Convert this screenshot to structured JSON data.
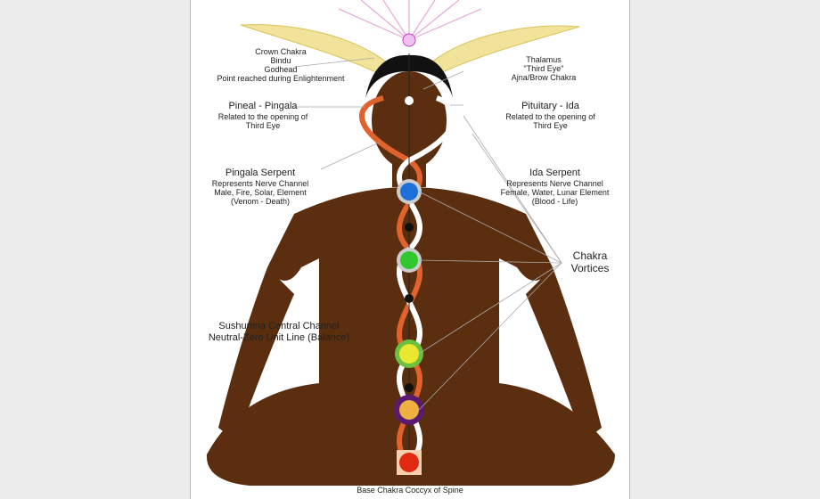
{
  "labels": {
    "crown": [
      "Crown Chakra",
      "Bindu",
      "Godhead",
      "Point reached during Enlightenment"
    ],
    "thalamus": [
      "Thalamus",
      "\"Third Eye\"",
      "Ajna/Brow Chakra"
    ],
    "pineal": {
      "title": "Pineal - Pingala",
      "desc": [
        "Related to the opening of",
        "Third Eye"
      ]
    },
    "pituitary": {
      "title": "Pituitary - Ida",
      "desc": [
        "Related to the opening of",
        "Third Eye"
      ]
    },
    "pingala_serpent": {
      "title": "Pingala Serpent",
      "desc": [
        "Represents Nerve Channel",
        "Male, Fire, Solar, Element",
        "(Venom - Death)"
      ]
    },
    "ida_serpent": {
      "title": "Ida Serpent",
      "desc": [
        "Represents Nerve Channel",
        "Female, Water, Lunar Element",
        "(Blood - Life)"
      ]
    },
    "vortices": [
      "Chakra",
      "Vortices"
    ],
    "sushumna": [
      "Sushumna Central Channel",
      "Neutral-Zero Unit Line (Balance)"
    ],
    "base": "Base Chakra Coccyx of Spine"
  },
  "colors": {
    "skin": "#5a2e0f",
    "pingala": "#e0622c",
    "ida": "#ffffff",
    "throat": "#1e6fd8",
    "heart": "#2fc82f",
    "solar": "#e8e830",
    "sacral": "#f0b040",
    "root": "#e02a10"
  }
}
